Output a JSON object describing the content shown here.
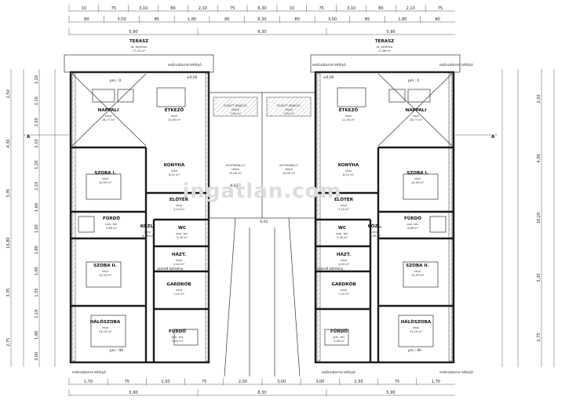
{
  "dims_top_row1": [
    "10",
    "75",
    "3,10",
    "80",
    "2,10",
    "75",
    "6,30",
    "10",
    "75",
    "3,10",
    "80",
    "2,10",
    "75"
  ],
  "dims_top_row2": [
    "80",
    "3,00",
    "85",
    "1,80",
    "80",
    "6,30",
    "80",
    "3,00",
    "85",
    "1,80",
    "80"
  ],
  "dims_top_row3": [
    "5,90",
    "6,30",
    "5,90"
  ],
  "dims_bottom_row1": [
    "1,70",
    "75",
    "1,50",
    "75",
    "2,00",
    "3,00",
    "3,00",
    "1,50",
    "75",
    "1,70"
  ],
  "dims_bottom_row2": [
    "5,90",
    "6,30",
    "5,90"
  ],
  "dims_left_outer": [
    "2,50",
    "4,30",
    "3,35",
    "16,80",
    "3,35",
    "2,75"
  ],
  "dims_left_inner": [
    "1,20",
    "2,10",
    "2,50",
    "2,10",
    "1,20",
    "2,10",
    "1,60",
    "1,65",
    "1,80",
    "1,00",
    "1,55",
    "2,10",
    "1,80",
    "3,00"
  ],
  "dims_right_outer": [
    "2,50",
    "4,30",
    "16,20",
    "3,35",
    "2,75"
  ],
  "left_unit": {
    "terasz": {
      "name": "TERASZ",
      "finish": "fa. kerámia",
      "area": "17,10 m²"
    },
    "nappali": {
      "name": "NAPPALI",
      "finish": "vinyl",
      "area": "16,77 m²"
    },
    "etkezo": {
      "name": "ÉTKEZŐ",
      "finish": "vinyl",
      "area": "12,90 m²"
    },
    "konyha": {
      "name": "KONYHA",
      "finish": "vinyl",
      "area": "8,22 m²"
    },
    "szoba1": {
      "name": "SZOBA I.",
      "finish": "vinyl",
      "area": "10,59 m²"
    },
    "eloter": {
      "name": "ELŐTÉR",
      "finish": "vinyl",
      "area": "3,10 m²"
    },
    "furdo1": {
      "name": "FÜRDŐ",
      "finish": "csm. ker.",
      "area": "5,88 m²"
    },
    "kozl": {
      "name": "KÖZL.",
      "finish": "vinyl",
      "area": "6,48 m²"
    },
    "wc": {
      "name": "WC",
      "finish": "csm. ker.",
      "area": "2,16 m²"
    },
    "haztart": {
      "name": "HÁZT.",
      "finish": "vinyl",
      "area": "4,44 m²"
    },
    "szoba2": {
      "name": "SZOBA II.",
      "finish": "vinyl",
      "area": "10,59 m²"
    },
    "gardrob": {
      "name": "GARDRÓB",
      "finish": "vinyl",
      "area": "7,10 m²"
    },
    "haloszoba": {
      "name": "HÁLÓSZOBA",
      "finish": "vinyl",
      "area": "13,20 m²"
    },
    "furdo2": {
      "name": "FÜRDŐ",
      "finish": "csm. ker.",
      "area": "5,28 m²"
    },
    "fedett1": {
      "name": "FEDETT ÉRKEZŐ",
      "finish": "térkő",
      "area": "7,84 m²"
    },
    "autobeallo": {
      "name": "AUTÓBEÁLLÓ",
      "finish": "térkő",
      "area": "15,00 m²"
    }
  },
  "right_unit": {
    "terasz": {
      "name": "TERASZ",
      "finish": "fa. kerámia",
      "area": "17,88 m²"
    },
    "nappali": {
      "name": "NAPPALI",
      "finish": "vinyl",
      "area": "16,77 m²"
    },
    "etkezo": {
      "name": "ÉTKEZŐ",
      "finish": "vinyl",
      "area": "12,90 m²"
    },
    "konyha": {
      "name": "KONYHA",
      "finish": "vinyl",
      "area": "8,22 m²"
    },
    "szoba1": {
      "name": "SZOBA I.",
      "finish": "vinyl",
      "area": "10,59 m²"
    },
    "eloter": {
      "name": "ELŐTÉR",
      "finish": "vinyl",
      "area": "3,10 m²"
    },
    "furdo1": {
      "name": "FÜRDŐ",
      "finish": "csm. ker.",
      "area": "5,88 m²"
    },
    "kozl": {
      "name": "KÖZL.",
      "finish": "vinyl",
      "area": "6,48 m²"
    },
    "wc": {
      "name": "WC",
      "finish": "csm. ker.",
      "area": "2,16 m²"
    },
    "haztart": {
      "name": "HÁZT.",
      "finish": "vinyl",
      "area": "4,44 m²"
    },
    "szoba2": {
      "name": "SZOBA II.",
      "finish": "vinyl",
      "area": "10,59 m²"
    },
    "gardrob": {
      "name": "GARDRÓB",
      "finish": "vinyl",
      "area": "7,10 m²"
    },
    "haloszoba": {
      "name": "HÁLÓSZOBA",
      "finish": "vinyl",
      "area": "13,20 m²"
    },
    "furdo2": {
      "name": "FÜRDŐ",
      "finish": "csm. ker.",
      "area": "5,28 m²"
    },
    "fedett2": {
      "name": "FEDETT ÉRKEZŐ",
      "finish": "térkő",
      "area": "7,84 m²"
    },
    "autobeallo": {
      "name": "AUTÓBEÁLLÓ",
      "finish": "térkő",
      "area": "15,00 m²"
    }
  },
  "notes": {
    "level_zero": "±0,00",
    "level_minus": "-0,02",
    "pm": "pm.: 0",
    "pm90": "pm.: 90",
    "gutter": "esőcsatorna lefolyó",
    "chimney": "szerelt kémény",
    "axis_a": "A",
    "axis_a_right": "A"
  },
  "watermark": "ingatlan.com"
}
